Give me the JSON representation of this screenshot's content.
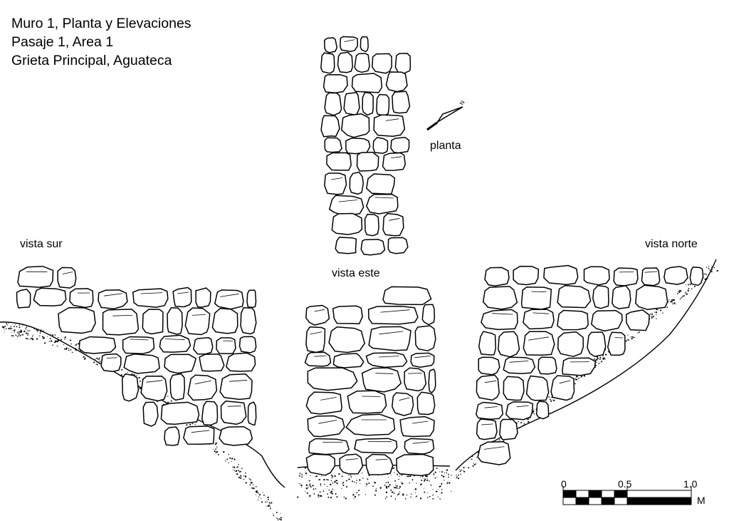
{
  "title": {
    "lines": [
      "Muro 1, Planta y Elevaciones",
      "Pasaje 1, Area 1",
      "Grieta Principal, Aguateca"
    ]
  },
  "views": {
    "plan": "planta",
    "south": "vista sur",
    "east": "vista este",
    "north": "vista norte"
  },
  "north_arrow": {
    "label": "N",
    "icon": "north-arrow-icon"
  },
  "scale_bar": {
    "ticks": [
      "0",
      "0.5",
      "1.0"
    ],
    "unit": "M",
    "min": 0,
    "max": 1.0,
    "segments_per_half": 5
  },
  "colors": {
    "ink": "#000000",
    "paper": "#ffffff"
  }
}
